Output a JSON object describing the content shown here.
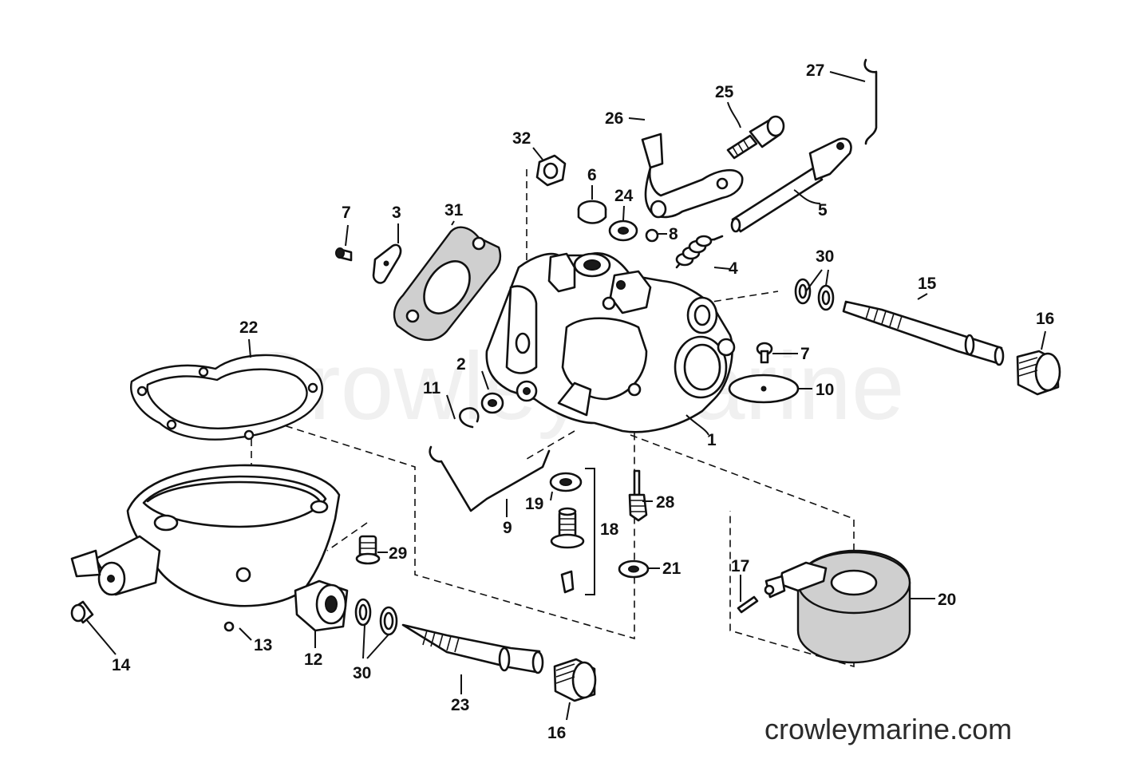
{
  "watermark_text": "Crowley Marine",
  "site_text": "crowleymarine.com",
  "callouts": {
    "c1": "1",
    "c2": "2",
    "c3": "3",
    "c4": "4",
    "c5": "5",
    "c6": "6",
    "c7a": "7",
    "c7b": "7",
    "c8": "8",
    "c9": "9",
    "c10": "10",
    "c11": "11",
    "c12": "12",
    "c13": "13",
    "c14": "14",
    "c15": "15",
    "c16a": "16",
    "c16b": "16",
    "c17": "17",
    "c18": "18",
    "c19": "19",
    "c20": "20",
    "c21": "21",
    "c22": "22",
    "c23": "23",
    "c24": "24",
    "c25": "25",
    "c26": "26",
    "c27": "27",
    "c28": "28",
    "c29": "29",
    "c30a": "30",
    "c30b": "30",
    "c31": "31",
    "c32": "32"
  },
  "colors": {
    "ink": "#111111",
    "background": "#ffffff"
  }
}
